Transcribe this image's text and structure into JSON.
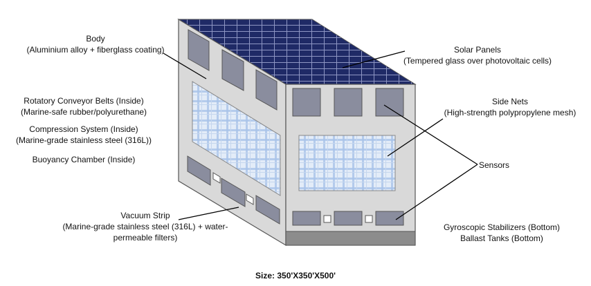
{
  "labels": {
    "body": {
      "title": "Body",
      "material": "(Aluminium alloy + fiberglass coating)"
    },
    "solar_panels": {
      "title": "Solar Panels",
      "material": "(Tempered glass over photovoltaic cells)"
    },
    "conveyor": {
      "title": "Rotatory Conveyor Belts (Inside)",
      "material": "(Marine-safe rubber/polyurethane)"
    },
    "compression": {
      "title": "Compression System (Inside)",
      "material": "(Marine-grade stainless steel (316L))"
    },
    "buoyancy": {
      "title": "Buoyancy Chamber (Inside)"
    },
    "side_nets": {
      "title": "Side Nets",
      "material": "(High-strength polypropylene mesh)"
    },
    "sensors": {
      "title": "Sensors"
    },
    "vacuum_strip": {
      "title": "Vacuum Strip",
      "material_line1": "(Marine-grade stainless steel (316L) + water-",
      "material_line2": "permeable filters)"
    },
    "gyro": {
      "title": "Gyroscopic Stabilizers (Bottom)"
    },
    "ballast": {
      "title": "Ballast Tanks (Bottom)"
    }
  },
  "size_caption": "Size: 350'X350'X500'",
  "colors": {
    "body_fill": "#d9d9d9",
    "body_stroke": "#555555",
    "solar_fill": "#1f2a66",
    "solar_grid": "#8f97c4",
    "window_fill": "#8a8d9e",
    "mesh_fill": "#e3ecf8",
    "mesh_line": "#a9c3e8",
    "base_strip": "#8c8c8c"
  }
}
